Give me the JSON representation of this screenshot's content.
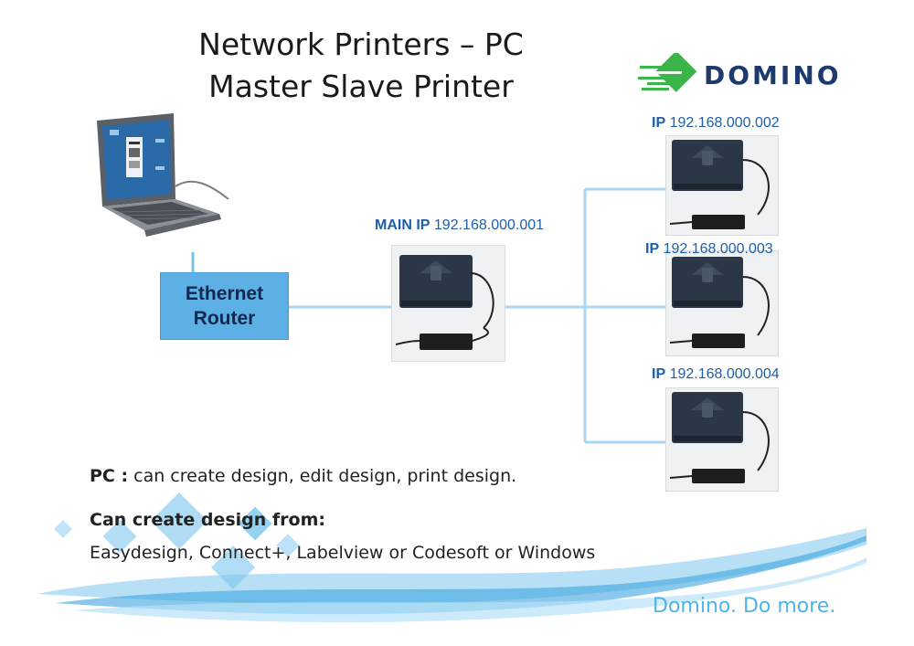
{
  "title": {
    "line1": "Network Printers – PC",
    "line2": "Master Slave Printer"
  },
  "brand": {
    "logo_text": "DOMINO",
    "tagline": "Domino. Do more.",
    "accent_color": "#4fb3e6",
    "logo_color": "#1c3a6e",
    "logo_green": "#3bb54a"
  },
  "router": {
    "line1": "Ethernet",
    "line2": "Router"
  },
  "devices": {
    "main": {
      "prefix": "MAIN IP",
      "ip": "192.168.000.001"
    },
    "slave1": {
      "prefix": "IP",
      "ip": "192.168.000.002"
    },
    "slave2": {
      "prefix": "IP",
      "ip": "192.168.000.003"
    },
    "slave3": {
      "prefix": "IP",
      "ip": "192.168.000.004"
    }
  },
  "captions": {
    "pc_label": "PC :",
    "pc_text": "can create design, edit design, print design.",
    "create_from_label": "Can create design from:",
    "software_list": "Easydesign, Connect+, Labelview or Codesoft or Windows"
  },
  "icons": [
    "laptop-icon",
    "printer-icon",
    "power-adapter-icon",
    "domino-logo-icon"
  ]
}
